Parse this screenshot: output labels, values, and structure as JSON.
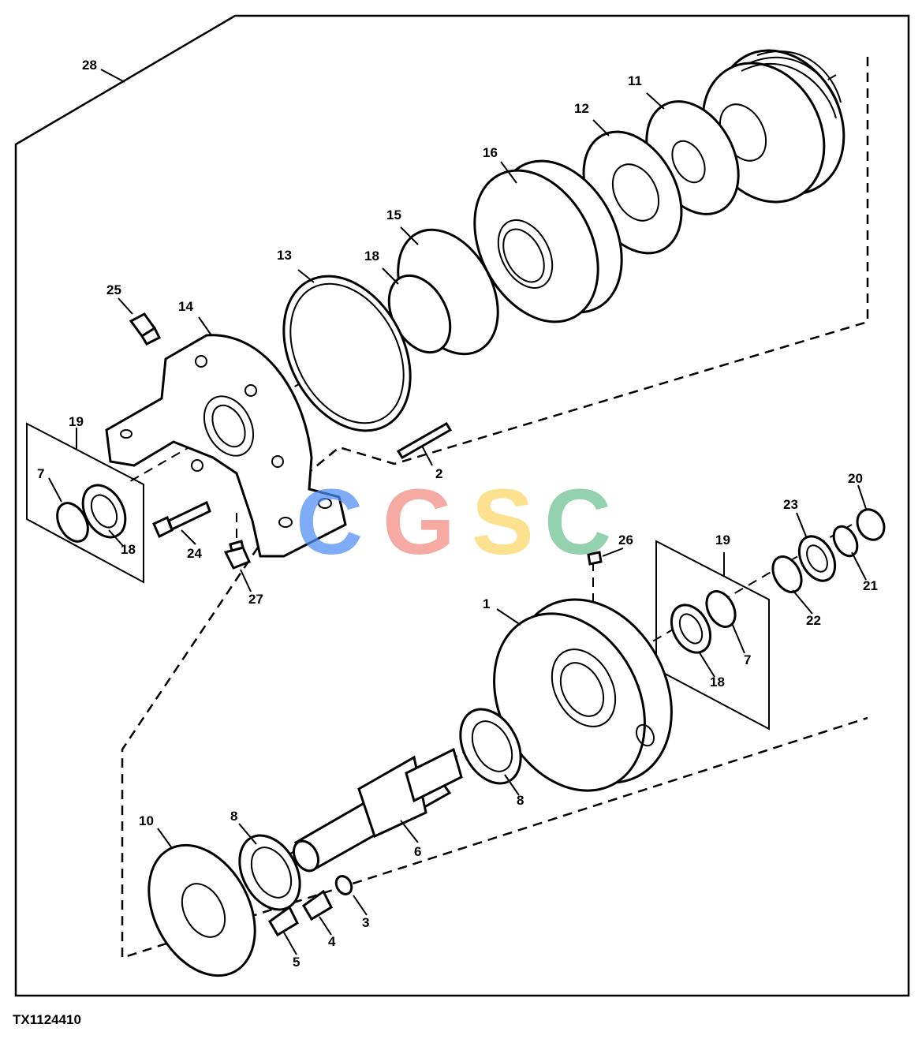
{
  "figure_id": "TX1124410",
  "watermark": {
    "letters": [
      {
        "char": "C",
        "color": "#4f8df5"
      },
      {
        "char": "G",
        "color": "#f28b82"
      },
      {
        "char": "S",
        "color": "#fdd663"
      },
      {
        "char": "C",
        "color": "#6cc291"
      }
    ]
  },
  "callouts": {
    "c1": "1",
    "c2": "2",
    "c3": "3",
    "c4": "4",
    "c5": "5",
    "c6": "6",
    "c7a": "7",
    "c7b": "7",
    "c8a": "8",
    "c8b": "8",
    "c10": "10",
    "c11": "11",
    "c12": "12",
    "c13": "13",
    "c14": "14",
    "c15": "15",
    "c16": "16",
    "c18a": "18",
    "c18b": "18",
    "c18c": "18",
    "c19a": "19",
    "c19b": "19",
    "c20": "20",
    "c21": "21",
    "c22": "22",
    "c23": "23",
    "c24": "24",
    "c25": "25",
    "c26": "26",
    "c27": "27",
    "c28": "28"
  }
}
